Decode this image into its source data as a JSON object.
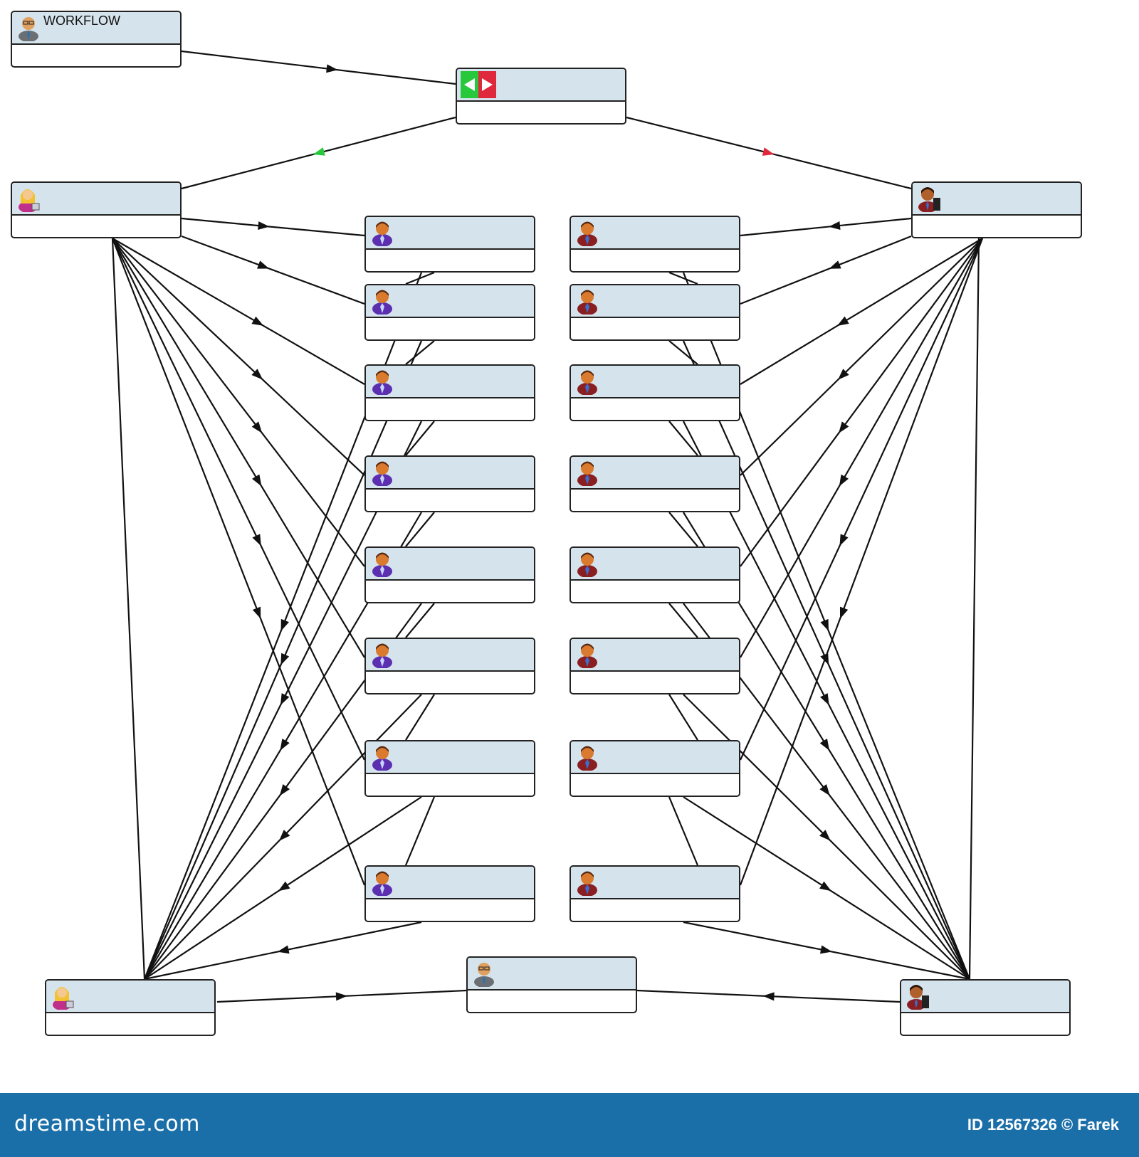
{
  "diagram": {
    "title": "WORKFLOW",
    "colors": {
      "box_fill": "#d5e3ec",
      "box_border": "#222222",
      "connector": "#111111",
      "decision_yes": "#28c83c",
      "decision_no": "#e0283c",
      "purple_worker": "#5b2fb0",
      "red_worker": "#8a1f22",
      "female_manager": "#c0308a",
      "skin": "#d97a2e"
    },
    "nodes": [
      {
        "id": "start",
        "role": "workflow-start",
        "icon": "businessman-gray-icon",
        "label": "WORKFLOW"
      },
      {
        "id": "decision",
        "role": "decision",
        "icon": "yes-no-arrows-icon",
        "label": ""
      },
      {
        "id": "mgrTL",
        "role": "manager-left-top",
        "icon": "female-manager-icon",
        "label": ""
      },
      {
        "id": "mgrTR",
        "role": "manager-right-top",
        "icon": "male-manager-icon",
        "label": ""
      },
      {
        "id": "mgrBL",
        "role": "manager-left-bottom",
        "icon": "female-manager-icon",
        "label": ""
      },
      {
        "id": "mgrBR",
        "role": "manager-right-bottom",
        "icon": "male-manager-icon",
        "label": ""
      },
      {
        "id": "end",
        "role": "workflow-end",
        "icon": "businessman-gray-icon",
        "label": ""
      },
      {
        "id": "L1",
        "role": "worker",
        "icon": "purple-worker-icon",
        "label": ""
      },
      {
        "id": "L2",
        "role": "worker",
        "icon": "purple-worker-icon",
        "label": ""
      },
      {
        "id": "L3",
        "role": "worker",
        "icon": "purple-worker-icon",
        "label": ""
      },
      {
        "id": "L4",
        "role": "worker",
        "icon": "purple-worker-icon",
        "label": ""
      },
      {
        "id": "L5",
        "role": "worker",
        "icon": "purple-worker-icon",
        "label": ""
      },
      {
        "id": "L6",
        "role": "worker",
        "icon": "purple-worker-icon",
        "label": ""
      },
      {
        "id": "L7",
        "role": "worker",
        "icon": "purple-worker-icon",
        "label": ""
      },
      {
        "id": "L8",
        "role": "worker",
        "icon": "purple-worker-icon",
        "label": ""
      },
      {
        "id": "R1",
        "role": "worker",
        "icon": "red-worker-icon",
        "label": ""
      },
      {
        "id": "R2",
        "role": "worker",
        "icon": "red-worker-icon",
        "label": ""
      },
      {
        "id": "R3",
        "role": "worker",
        "icon": "red-worker-icon",
        "label": ""
      },
      {
        "id": "R4",
        "role": "worker",
        "icon": "red-worker-icon",
        "label": ""
      },
      {
        "id": "R5",
        "role": "worker",
        "icon": "red-worker-icon",
        "label": ""
      },
      {
        "id": "R6",
        "role": "worker",
        "icon": "red-worker-icon",
        "label": ""
      },
      {
        "id": "R7",
        "role": "worker",
        "icon": "red-worker-icon",
        "label": ""
      },
      {
        "id": "R8",
        "role": "worker",
        "icon": "red-worker-icon",
        "label": ""
      }
    ],
    "edges": [
      {
        "from": "start",
        "to": "decision"
      },
      {
        "from": "decision",
        "to": "mgrTL",
        "kind": "yes"
      },
      {
        "from": "decision",
        "to": "mgrTR",
        "kind": "no"
      },
      {
        "from": "mgrTL",
        "to": "L1"
      },
      {
        "from": "mgrTL",
        "to": "L2"
      },
      {
        "from": "mgrTL",
        "to": "L3"
      },
      {
        "from": "mgrTL",
        "to": "L4"
      },
      {
        "from": "mgrTL",
        "to": "L5"
      },
      {
        "from": "mgrTL",
        "to": "L6"
      },
      {
        "from": "mgrTL",
        "to": "L7"
      },
      {
        "from": "mgrTL",
        "to": "L8"
      },
      {
        "from": "mgrTR",
        "to": "R1"
      },
      {
        "from": "mgrTR",
        "to": "R2"
      },
      {
        "from": "mgrTR",
        "to": "R3"
      },
      {
        "from": "mgrTR",
        "to": "R4"
      },
      {
        "from": "mgrTR",
        "to": "R5"
      },
      {
        "from": "mgrTR",
        "to": "R6"
      },
      {
        "from": "mgrTR",
        "to": "R7"
      },
      {
        "from": "mgrTR",
        "to": "R8"
      },
      {
        "from": "L1",
        "to": "mgrBL"
      },
      {
        "from": "L2",
        "to": "mgrBL"
      },
      {
        "from": "L3",
        "to": "mgrBL"
      },
      {
        "from": "L4",
        "to": "mgrBL"
      },
      {
        "from": "L5",
        "to": "mgrBL"
      },
      {
        "from": "L6",
        "to": "mgrBL"
      },
      {
        "from": "L7",
        "to": "mgrBL"
      },
      {
        "from": "L8",
        "to": "mgrBL"
      },
      {
        "from": "R1",
        "to": "mgrBR"
      },
      {
        "from": "R2",
        "to": "mgrBR"
      },
      {
        "from": "R3",
        "to": "mgrBR"
      },
      {
        "from": "R4",
        "to": "mgrBR"
      },
      {
        "from": "R5",
        "to": "mgrBR"
      },
      {
        "from": "R6",
        "to": "mgrBR"
      },
      {
        "from": "R7",
        "to": "mgrBR"
      },
      {
        "from": "R8",
        "to": "mgrBR"
      },
      {
        "from": "mgrTL",
        "to": "mgrBL",
        "kind": "plain"
      },
      {
        "from": "mgrTR",
        "to": "mgrBR",
        "kind": "plain"
      },
      {
        "from": "mgrBL",
        "to": "end"
      },
      {
        "from": "mgrBR",
        "to": "end"
      }
    ]
  },
  "footer": {
    "brand": "dreamstime.com",
    "image_id": "ID 12567326 © Farek"
  }
}
